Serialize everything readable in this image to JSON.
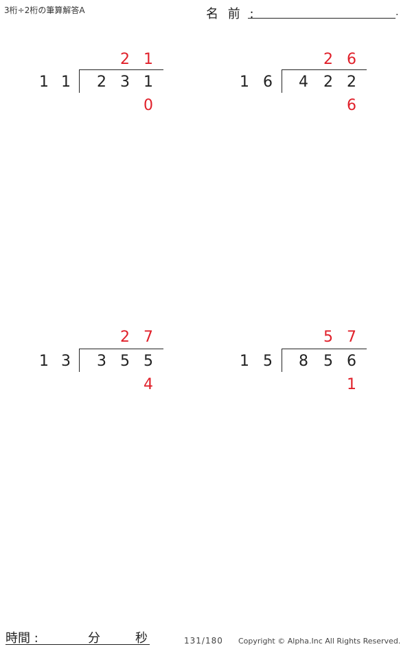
{
  "header": {
    "title": "3桁÷2桁の筆算解答A",
    "name_label": "名 前 :",
    "name_end": "."
  },
  "problems": [
    {
      "divisor": [
        "1",
        "1"
      ],
      "dividend": [
        "2",
        "3",
        "1"
      ],
      "quotient": [
        "2",
        "1"
      ],
      "remainder": "0"
    },
    {
      "divisor": [
        "1",
        "6"
      ],
      "dividend": [
        "4",
        "2",
        "2"
      ],
      "quotient": [
        "2",
        "6"
      ],
      "remainder": "6"
    },
    {
      "divisor": [
        "1",
        "3"
      ],
      "dividend": [
        "3",
        "5",
        "5"
      ],
      "quotient": [
        "2",
        "7"
      ],
      "remainder": "4"
    },
    {
      "divisor": [
        "1",
        "5"
      ],
      "dividend": [
        "8",
        "5",
        "6"
      ],
      "quotient": [
        "5",
        "7"
      ],
      "remainder": "1"
    }
  ],
  "footer": {
    "time_label": "時間 :",
    "minutes_label": "分",
    "seconds_label": "秒",
    "page": "131/180",
    "copyright": "Copyright © Alpha.Inc All Rights Reserved."
  },
  "colors": {
    "answer": "#e0202a",
    "text": "#222222"
  }
}
